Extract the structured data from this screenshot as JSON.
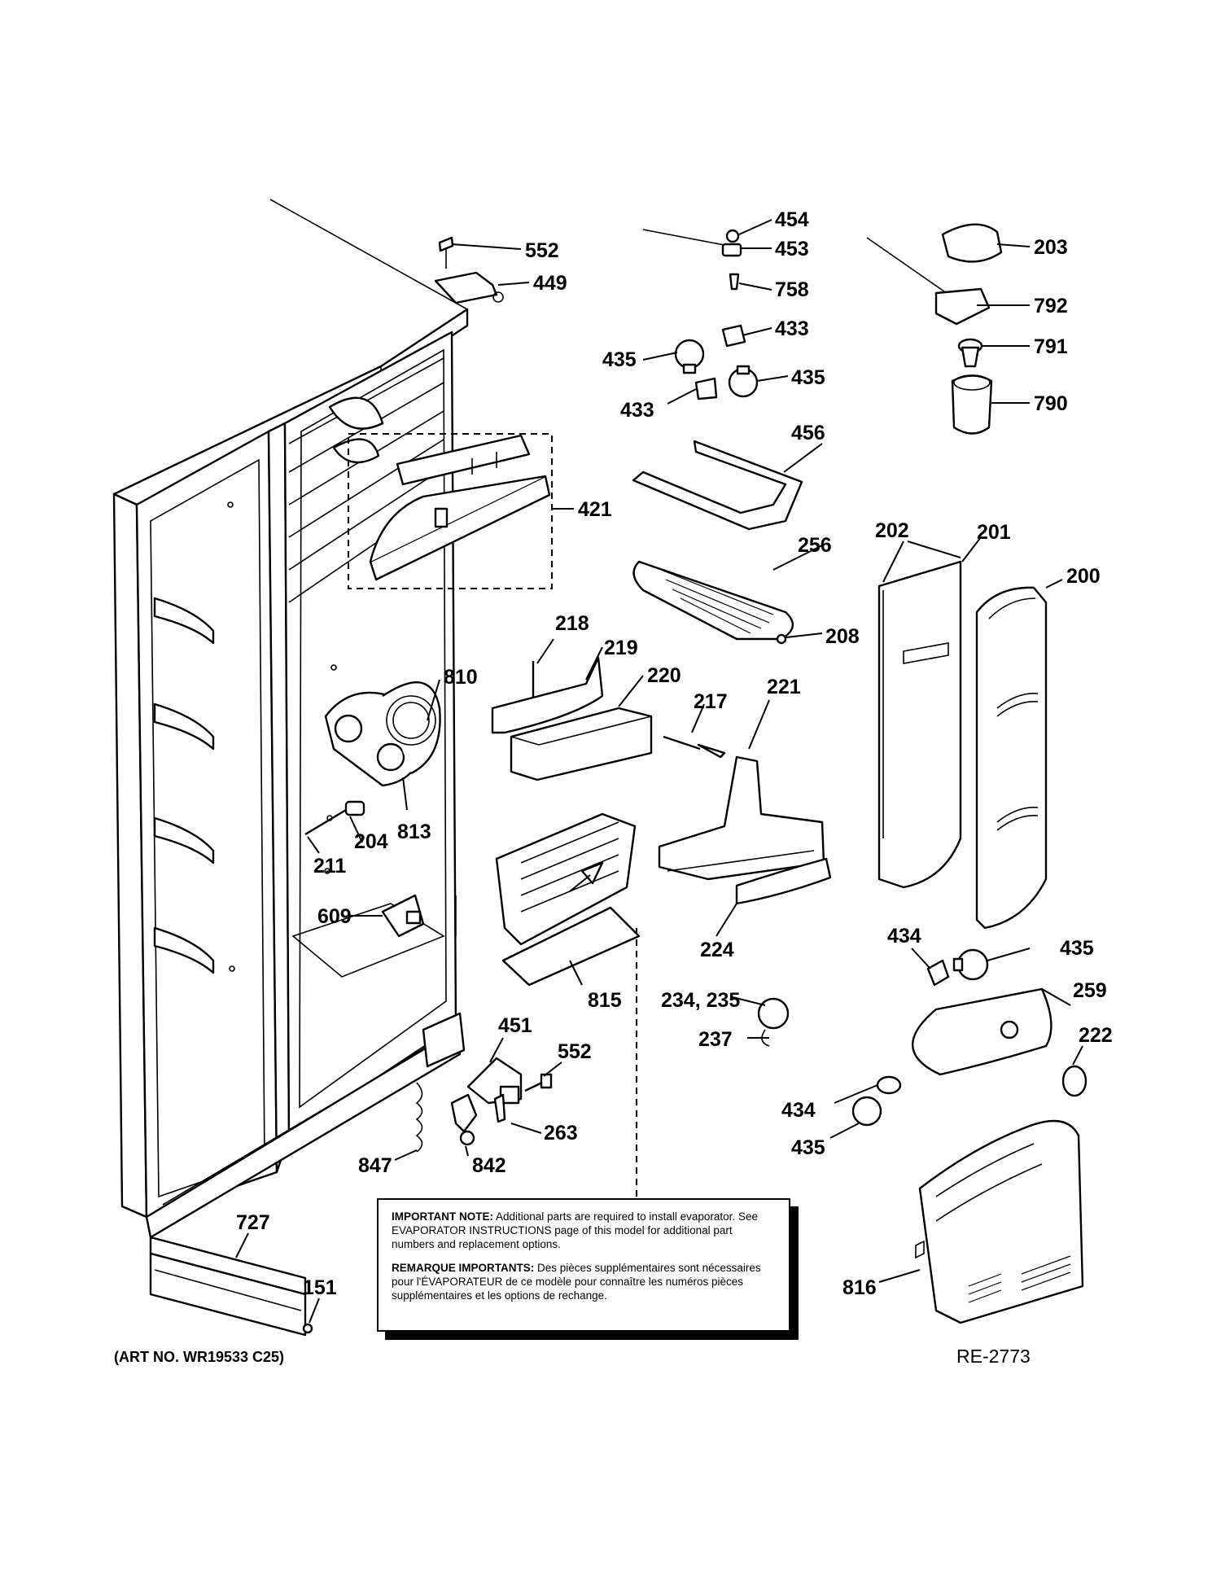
{
  "diagram": {
    "part_labels": {
      "p552a": "552",
      "p449": "449",
      "p454": "454",
      "p453": "453",
      "p758": "758",
      "p433a": "433",
      "p435a": "435",
      "p433b": "433",
      "p435b": "435",
      "p203": "203",
      "p792": "792",
      "p791": "791",
      "p790": "790",
      "p456": "456",
      "p421": "421",
      "p256": "256",
      "p208": "208",
      "p202": "202",
      "p201": "201",
      "p200": "200",
      "p218": "218",
      "p219": "219",
      "p220": "220",
      "p217": "217",
      "p221": "221",
      "p810": "810",
      "p204": "204",
      "p813": "813",
      "p211": "211",
      "p609": "609",
      "p224": "224",
      "p815": "815",
      "p434a": "434",
      "p435c": "435",
      "p234": "234, 235",
      "p237": "237",
      "p259": "259",
      "p222": "222",
      "p451": "451",
      "p552b": "552",
      "p263": "263",
      "p842": "842",
      "p847": "847",
      "p434b": "434",
      "p435d": "435",
      "p816": "816",
      "p727": "727",
      "p151": "151"
    },
    "note": {
      "en_heading": "IMPORTANT NOTE:",
      "en_text": "Additional parts are required to install evaporator. See EVAPORATOR INSTRUCTIONS page of this model for additional part numbers and replacement options.",
      "fr_heading": "REMARQUE IMPORTANTS:",
      "fr_text": "Des pièces supplémentaires sont nécessaires pour l'ÉVAPORATEUR de ce modèle pour connaître les numéros pièces supplémentaires et les options de rechange."
    },
    "art_number": "(ART NO. WR19533 C25)",
    "reference_code": "RE-2773"
  }
}
